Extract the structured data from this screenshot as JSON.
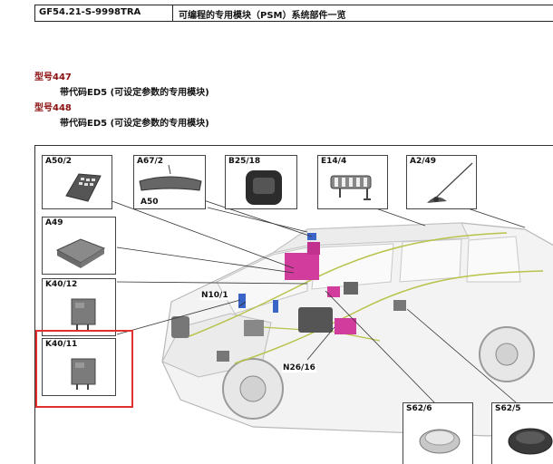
{
  "header": {
    "doc_code": "GF54.21-S-9998TRA",
    "doc_title": "可编程的专用模块（PSM）系统部件一览"
  },
  "models": [
    {
      "model": "型号447",
      "detail": "带代码ED5 (可设定参数的专用模块)"
    },
    {
      "model": "型号448",
      "detail": "带代码ED5 (可设定参数的专用模块)"
    }
  ],
  "components": {
    "a50_2": "A50/2",
    "a67_2": "A67/2",
    "a50": "A50",
    "b25_18": "B25/18",
    "e14_4": "E14/4",
    "a2_49": "A2/49",
    "a49": "A49",
    "k40_12": "K40/12",
    "k40_11": "K40/11",
    "n10_1": "N10/1",
    "n26_16": "N26/16",
    "s62_6": "S62/6",
    "s62_5": "S62/5"
  },
  "colors": {
    "highlight_border": "#e03030",
    "psm_module": "#d23c9c",
    "wiring": "#b7c34a",
    "model_text": "#8a1010"
  }
}
